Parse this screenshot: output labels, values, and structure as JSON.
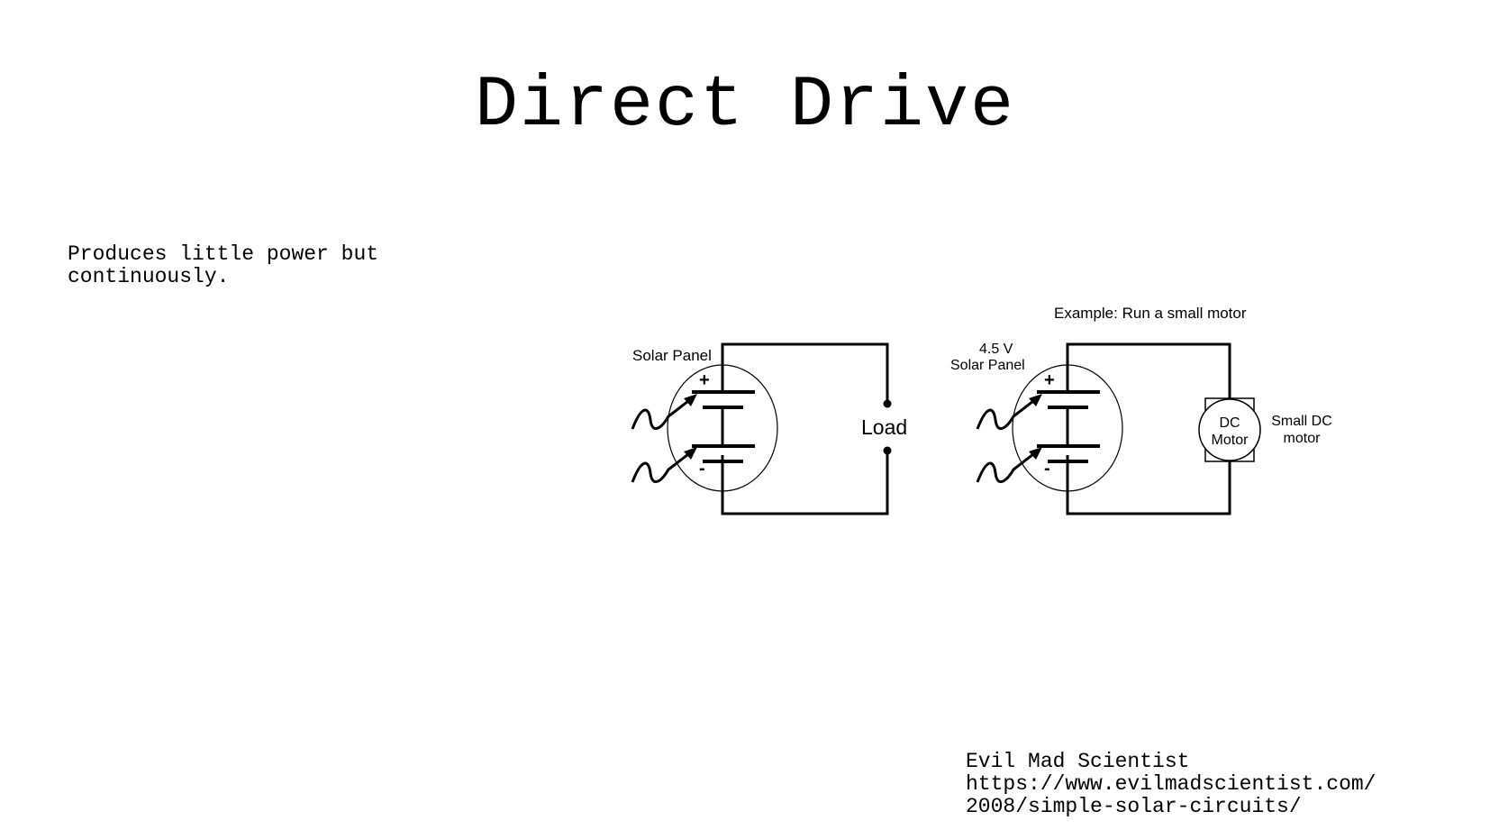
{
  "slide": {
    "title": "Direct Drive",
    "subtitle_lines": [
      "Produces little power but",
      "continuously."
    ],
    "credit_lines": [
      "Evil Mad Scientist",
      "https://www.evilmadscientist.com/",
      "2008/simple-solar-circuits/"
    ]
  },
  "diagram": {
    "left_circuit": {
      "panel_label": "Solar Panel",
      "plus": "+",
      "minus": "-",
      "load_label": "Load"
    },
    "right_circuit": {
      "example_label": "Example: Run a small motor",
      "voltage_label": "4.5 V",
      "panel_label": "Solar Panel",
      "plus": "+",
      "minus": "-",
      "motor_line1": "DC",
      "motor_line2": "Motor",
      "motor_desc_line1": "Small DC",
      "motor_desc_line2": "motor"
    }
  }
}
